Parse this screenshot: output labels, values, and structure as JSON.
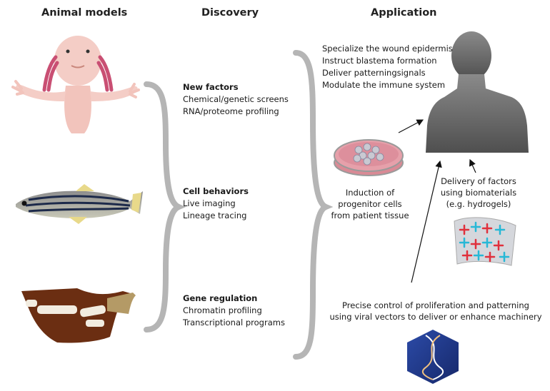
{
  "headers": {
    "animal_models": "Animal models",
    "discovery": "Discovery",
    "application": "Application"
  },
  "discovery": [
    {
      "title": "New factors",
      "items": [
        "Chemical/genetic screens",
        "RNA/proteome profiling"
      ]
    },
    {
      "title": "Cell behaviors",
      "items": [
        "Live imaging",
        "Lineage tracing"
      ]
    },
    {
      "title": "Gene regulation",
      "items": [
        "Chromatin profiling",
        "Transcriptional programs"
      ]
    }
  ],
  "application": {
    "strategies": [
      "Specialize the wound epidermis",
      "Instruct blastema formation",
      "Deliver patterningsignals",
      "Modulate the immune system"
    ],
    "progenitor_lines": [
      "Induction of",
      "progenitor cells",
      "from patient tissue"
    ],
    "biomaterial_lines": [
      "Delivery of factors",
      "using biomaterials",
      "(e.g. hydrogels)"
    ],
    "viral_lines": [
      "Precise control of proliferation and patterning",
      "using viral vectors to deliver or enhance machinery"
    ]
  },
  "colors": {
    "brace": "#b5b5b5",
    "axolotl": "#f2c4bc",
    "gill": "#c94f73",
    "human_silhouette": "#6b6b6b",
    "dish_medium": "#d98a95",
    "hydrogel_red_cross": "#e0303c",
    "hydrogel_cyan_cross": "#27b8d6",
    "viral_hexagon": "#1f3a8f",
    "limb_brown": "#6b2e12"
  },
  "icons": [
    "axolotl-icon",
    "zebrafish-icon",
    "mouse-digit-icon",
    "human-silhouette-icon",
    "petri-dish-icon",
    "hydrogel-icon",
    "dna-hexagon-icon"
  ]
}
